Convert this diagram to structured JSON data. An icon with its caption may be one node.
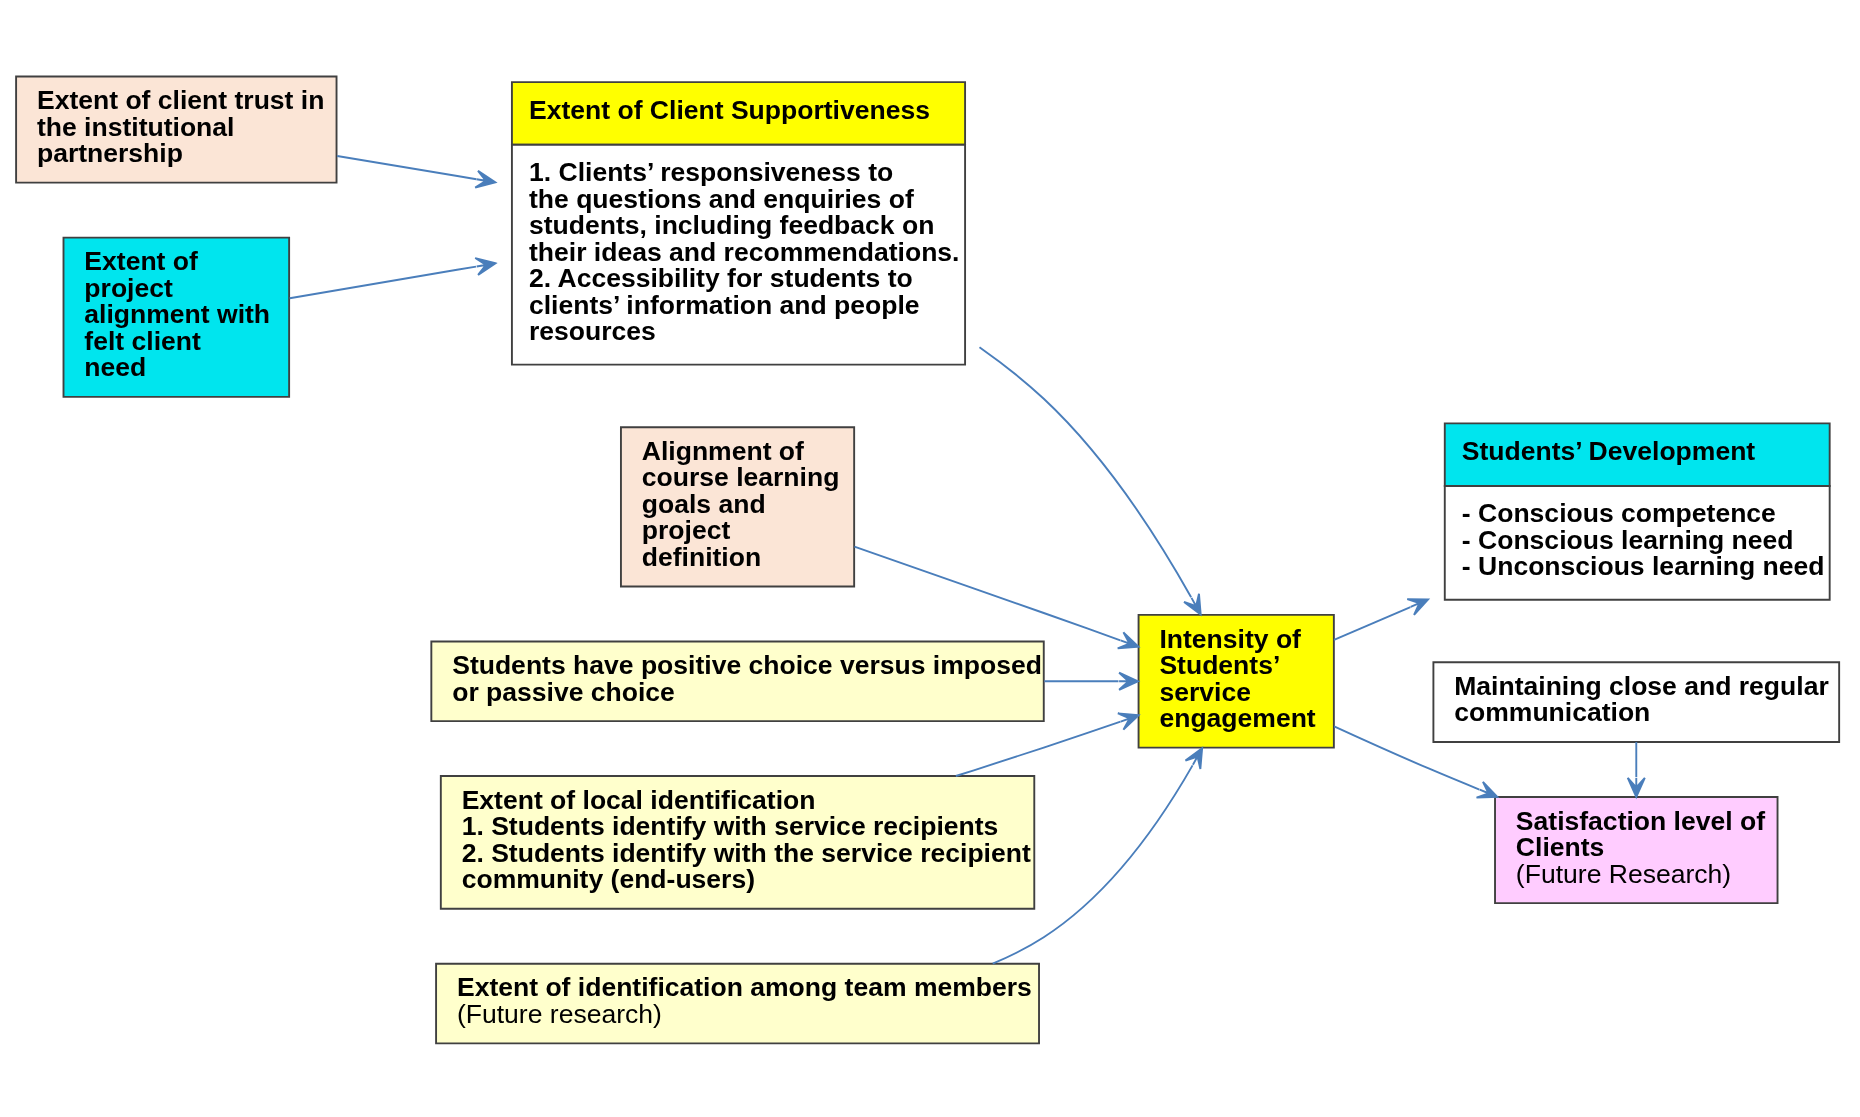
{
  "diagram": {
    "nodes": [
      {
        "text": [
          "Extent of client trust in the institutional partnership"
        ]
      },
      {
        "text": [
          "Extent of project alignment with felt client need"
        ]
      },
      {
        "text": [
          "Extent of Client Supportiveness",
          "1. Clients’ responsiveness to the questions and enquiries of students, including feedback on their ideas and recommendations.",
          "2. Accessibility for students to clients’ information and people resources"
        ]
      },
      {
        "text": [
          "Alignment of course learning goals and project definition"
        ]
      },
      {
        "text": [
          "Intensity of Students’ service engagement"
        ]
      },
      {
        "text": [
          "Students’ Development",
          "- Conscious competence",
          "- Conscious learning need",
          "- Unconscious learning need"
        ]
      },
      {
        "text": [
          "Satisfaction level of Clients",
          "(Future Research)"
        ]
      },
      {
        "text": [
          "Students have positive choice versus imposed or passive choice"
        ]
      },
      {
        "text": [
          "Extent of local identification",
          "1. Students identify with service recipients",
          "2. Students identify with the service recipient community (end-users)"
        ]
      },
      {
        "text": [
          "Extent of identification among team members",
          "(Future research)"
        ]
      },
      {
        "text": [
          "Maintaining close and regular communication"
        ]
      }
    ],
    "edges": [
      {
        "from": 1,
        "to": 2,
        "arrow": "to"
      },
      {
        "from": 0,
        "to": 2,
        "arrow": "to"
      },
      {
        "from": 2,
        "to": 4,
        "arrow": "to"
      },
      {
        "from": 3,
        "to": 4,
        "arrow": "to"
      },
      {
        "from": 4,
        "to": 5,
        "arrow": "to"
      },
      {
        "from": 4,
        "to": 6,
        "arrow": "to"
      },
      {
        "from": 10,
        "to": 6,
        "arrow": "to"
      },
      {
        "from": 7,
        "to": 4,
        "arrow": "to"
      },
      {
        "from": 8,
        "to": 4,
        "arrow": "to"
      },
      {
        "from": 9,
        "to": 4,
        "arrow": "to"
      }
    ]
  }
}
